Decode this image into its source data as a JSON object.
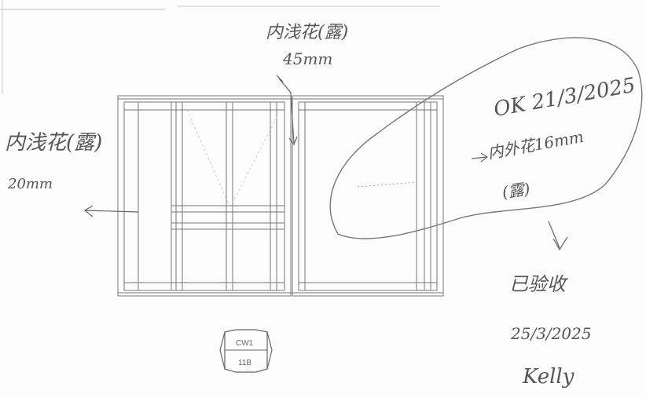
{
  "annotations": {
    "top_label": "内浅花(露)",
    "top_dimension": "45mm",
    "left_label": "内浅花(露)",
    "left_dimension": "20mm",
    "approval_ok": "OK 21/3/2025",
    "inner_label": "内外花16mm",
    "inner_sublabel": "(露)",
    "received_note": "已验收",
    "received_date": "25/3/2025",
    "signature": "Kelly"
  },
  "tag": {
    "top": "CW1",
    "bottom": "11B"
  }
}
